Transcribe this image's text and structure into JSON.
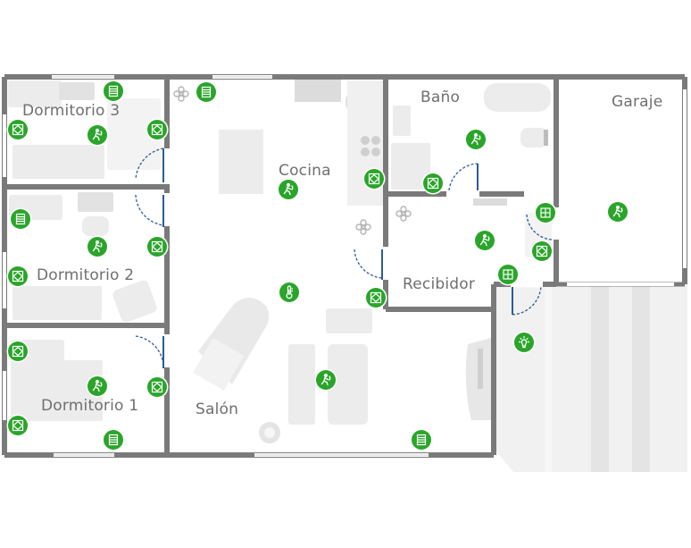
{
  "colors": {
    "wall": "#7a7a7a",
    "floor": "#ffffff",
    "furniture": "#ececec",
    "device": "#2aa52a",
    "door": "#2b5b9a",
    "label": "#6f6f6f"
  },
  "rooms": {
    "dormitorio3": "Dormitorio 3",
    "dormitorio2": "Dormitorio 2",
    "dormitorio1": "Dormitorio 1",
    "cocina": "Cocina",
    "salon": "Salón",
    "bano": "Baño",
    "recibidor": "Recibidor",
    "garaje": "Garaje"
  }
}
